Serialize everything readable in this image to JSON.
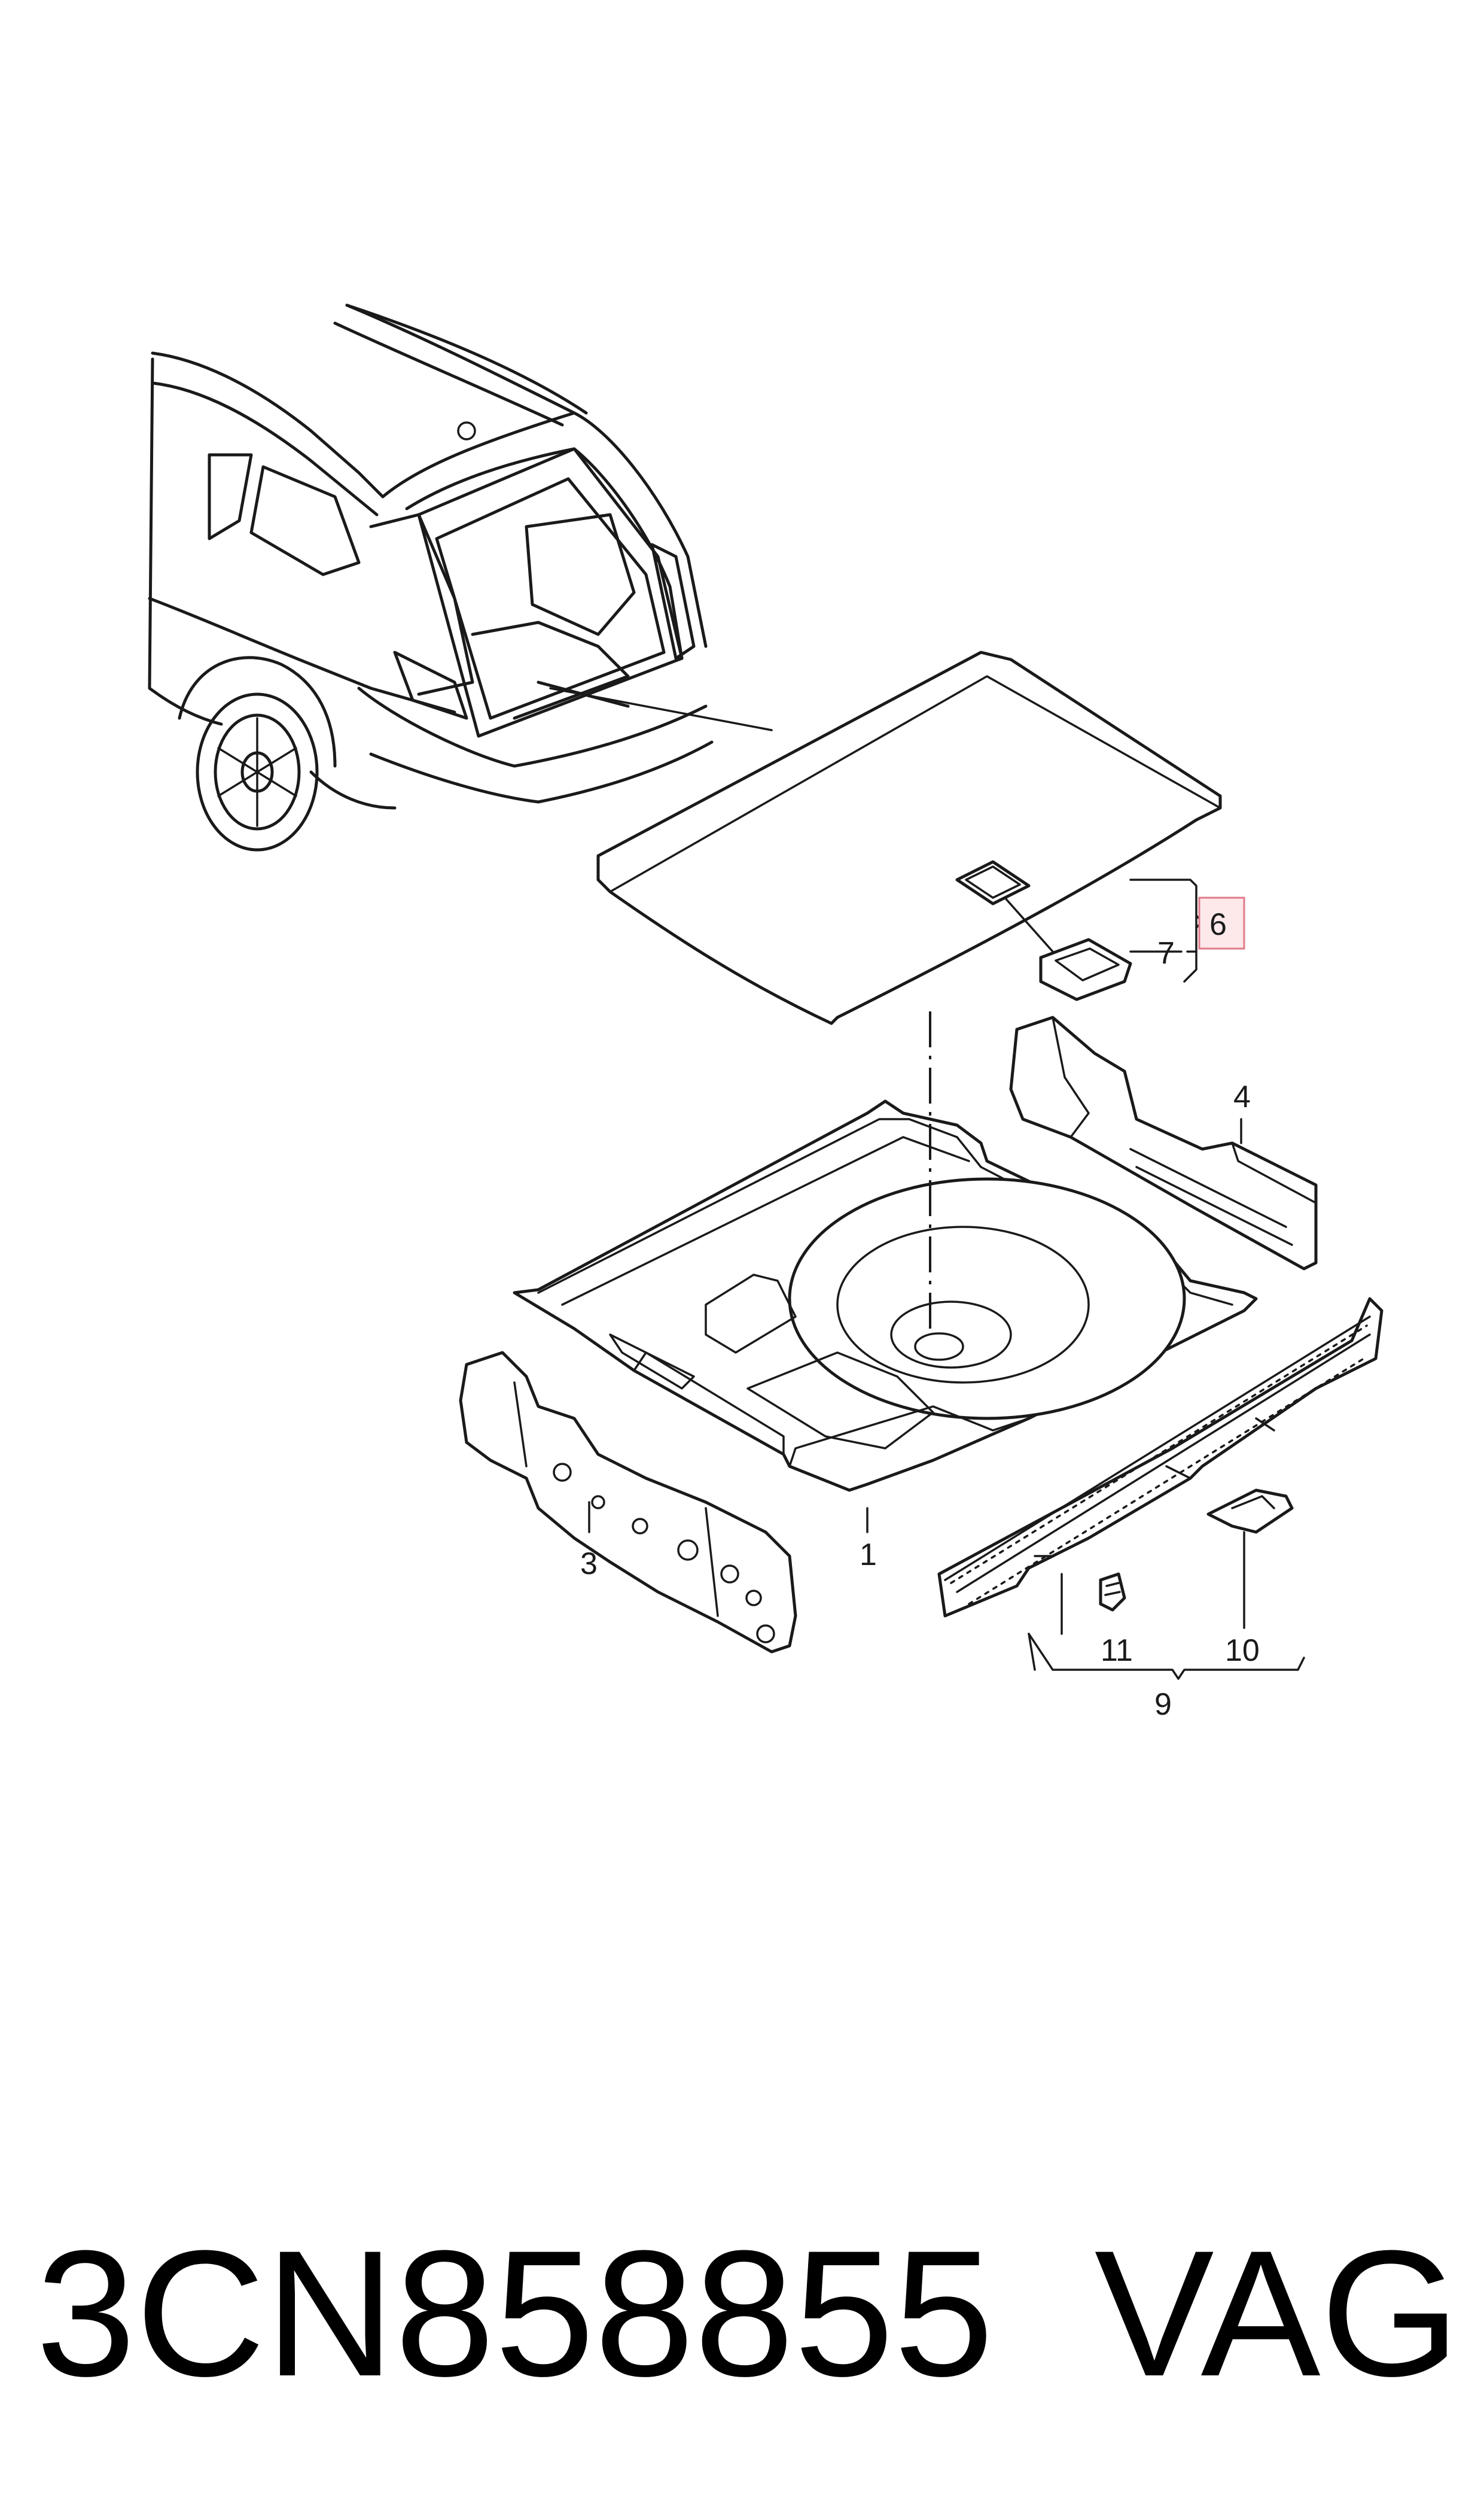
{
  "callouts": {
    "c1": "1",
    "c3": "3",
    "c4": "4",
    "c6": "6",
    "c7": "7",
    "c9": "9",
    "c10": "10",
    "c11": "11"
  },
  "caption": {
    "part_number": "3CN858855",
    "brand": "VAG"
  },
  "colors": {
    "line": "#1a1a1a",
    "highlight_fill": "#fde8ea",
    "highlight_stroke": "#e07a88"
  }
}
